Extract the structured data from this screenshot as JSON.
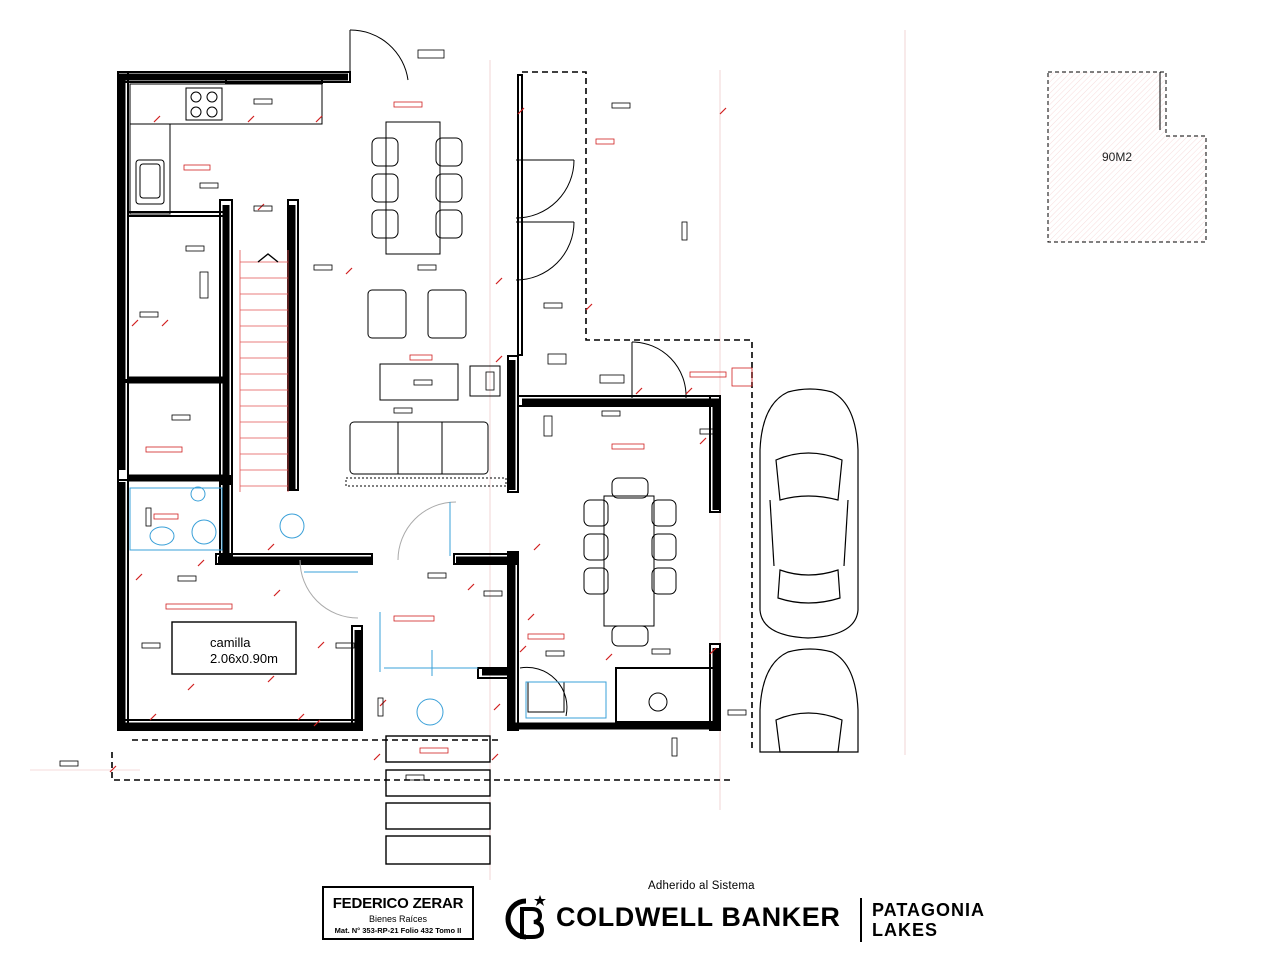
{
  "plan": {
    "area_label": "90M2",
    "room_label_lines": [
      "camilla",
      "2.06x0.90m"
    ]
  },
  "footer": {
    "agent_name": "FEDERICO ZERAR",
    "agent_subtitle": "Bienes Raíces",
    "agent_registration": "Mat. N° 353-RP-21 Folio 432 Tomo II",
    "adherido": "Adherido al Sistema",
    "brand_name": "COLDWELL BANKER",
    "partner_line1": "PATAGONIA",
    "partner_line2": "LAKES"
  },
  "colors": {
    "wall": "#000000",
    "annotation": "#d02020",
    "fixture": "#3aa0d8",
    "area_hatch": "#e8a8a8"
  }
}
